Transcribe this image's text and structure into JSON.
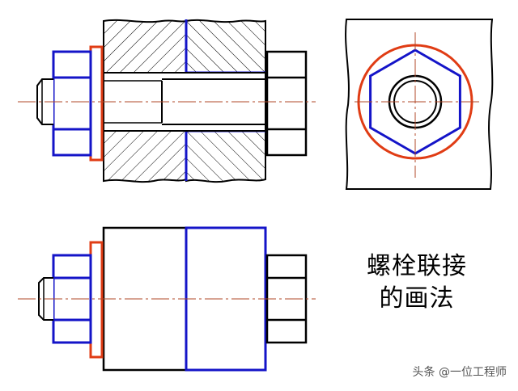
{
  "title": {
    "line1": "螺栓联接",
    "line2": "的画法"
  },
  "watermark": "头条 @一位工程师",
  "colors": {
    "outline": "#000000",
    "bolt": "#1414c8",
    "washer": "#e03c14",
    "centerline": "#b04a2a",
    "hatch": "#000000"
  }
}
